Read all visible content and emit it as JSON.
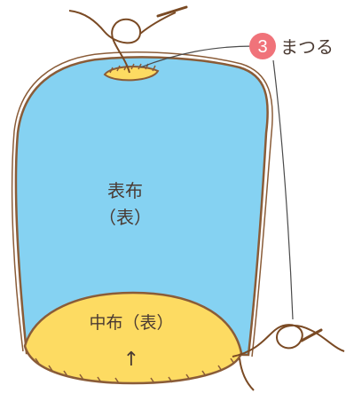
{
  "step": {
    "number": "3",
    "label": "まつる",
    "badge_color": "#f0737a"
  },
  "labels": {
    "outer_fabric": "表布",
    "outer_fabric_side": "（表）",
    "inner_fabric": "中布（表）",
    "arrow": "↑"
  },
  "colors": {
    "outer_fabric_fill": "#85d2f2",
    "inner_fabric_fill": "#fddb62",
    "outline": "#8a5c38",
    "thread": "#7a4a24",
    "leader_line": "#4a4a4a"
  }
}
